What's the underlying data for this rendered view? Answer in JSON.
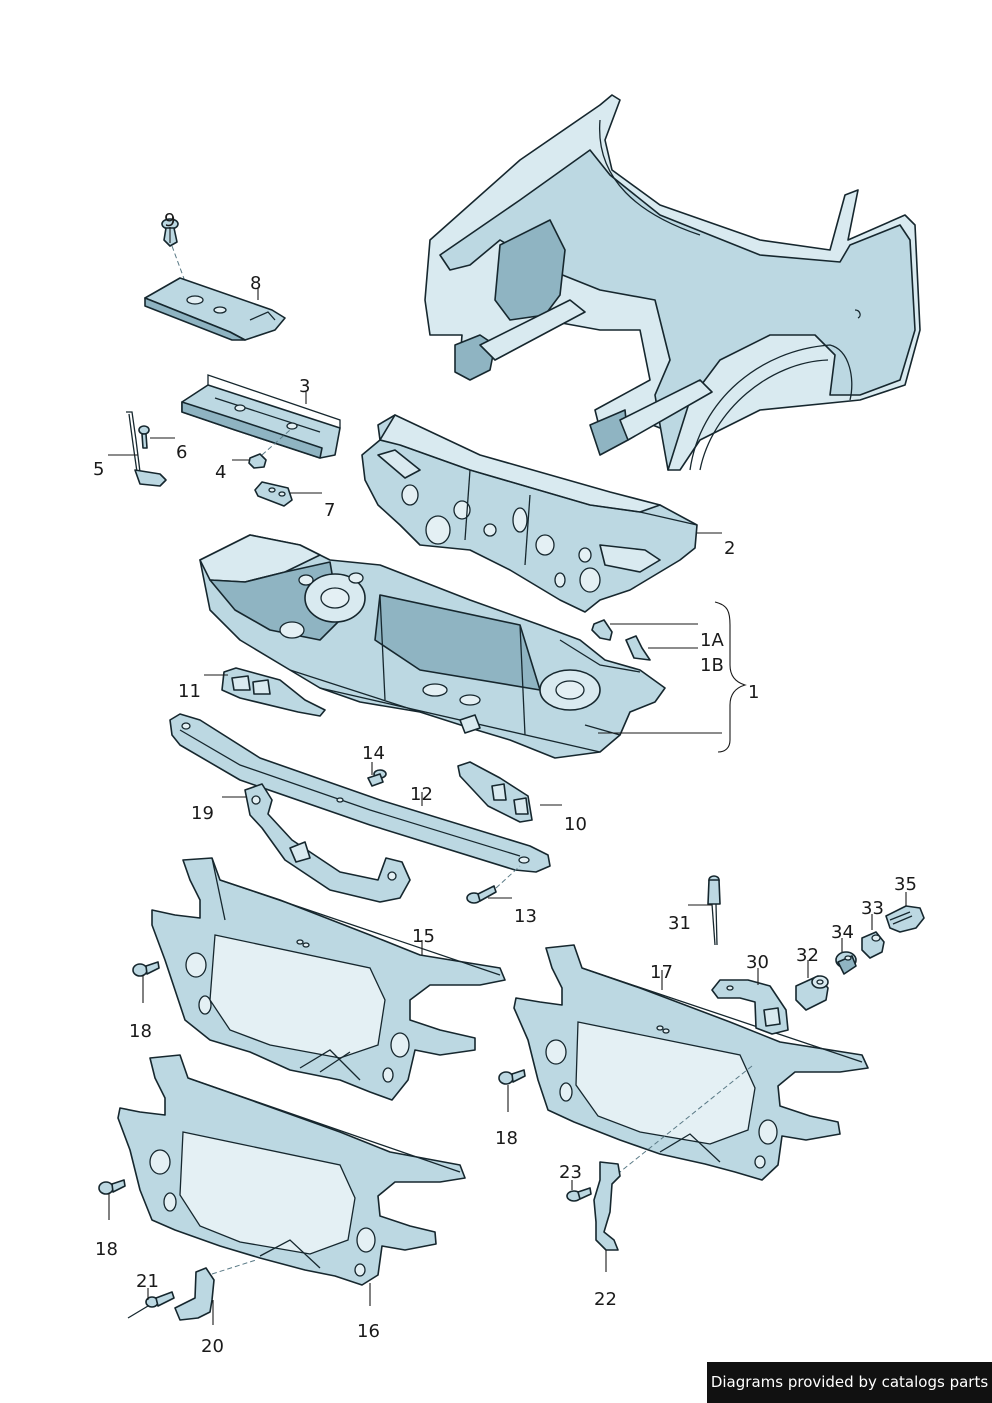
{
  "callouts": {
    "c1": "1",
    "c1A": "1A",
    "c1B": "1B",
    "c2": "2",
    "c3": "3",
    "c4": "4",
    "c5": "5",
    "c6": "6",
    "c7": "7",
    "c8": "8",
    "c9": "9",
    "c10": "10",
    "c11": "11",
    "c12": "12",
    "c13": "13",
    "c14": "14",
    "c15": "15",
    "c16": "16",
    "c17": "17",
    "c18": "18",
    "c19": "19",
    "c20": "20",
    "c21": "21",
    "c22": "22",
    "c23": "23",
    "c30": "30",
    "c31": "31",
    "c32": "32",
    "c33": "33",
    "c34": "34",
    "c35": "35"
  },
  "credit": "Diagrams provided by catalogs parts",
  "colors": {
    "part_fill": "#bcd8e2",
    "part_shadow": "#8fb4c2",
    "outline": "#16272e",
    "credit_bg": "#111111"
  }
}
